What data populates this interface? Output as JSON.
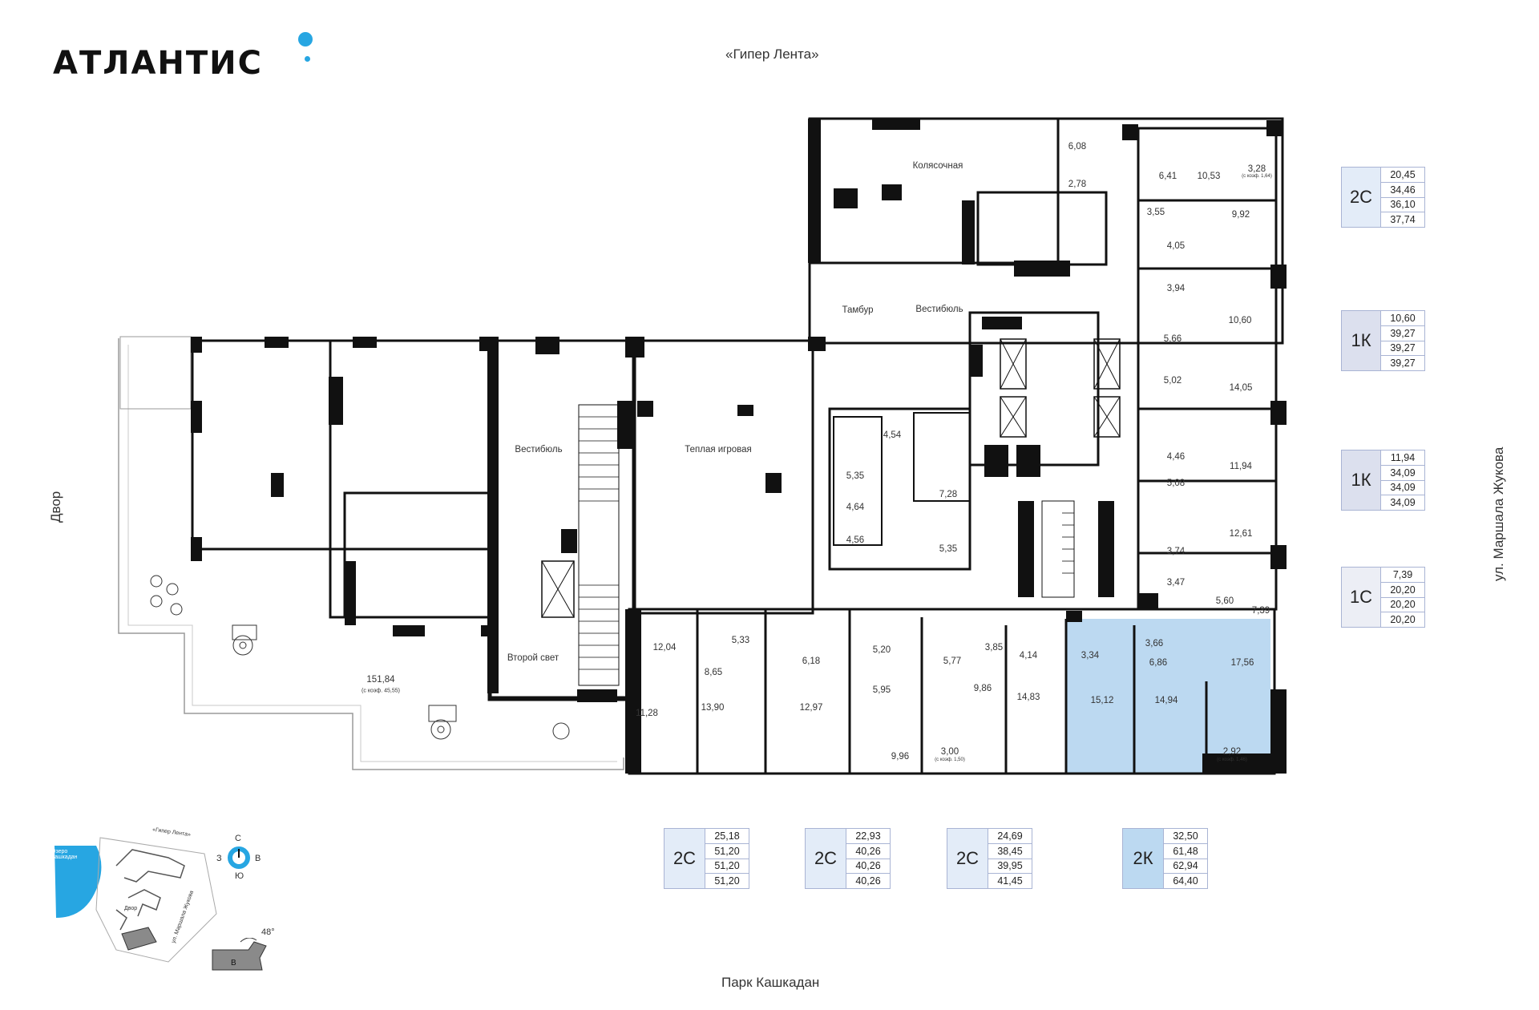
{
  "brand": {
    "name": "АТЛАНТИС"
  },
  "streets": {
    "top": "«Гипер Лента»",
    "bottom": "Парк Кашкадан",
    "left": "Двор",
    "right": "ул. Маршала Жукова"
  },
  "colors": {
    "accent": "#27a6e2",
    "highlight": "#bcd9f1",
    "card_border": "#a9b4d4",
    "card_blue": "#e3ecf8"
  },
  "rooms": {
    "kolyasochnaya": "Колясочная",
    "vestibyul1": "Вестибюль",
    "tambur": "Тамбур",
    "vestibyul2": "Вестибюль",
    "vestibyul3": "Вестибюль",
    "teplaya": "Теплая игровая",
    "vtoroy": "Второй свет",
    "terrace": "151,84",
    "terrace_note": "(с коэф. 45,55)"
  },
  "areas": [
    "6,08",
    "2,78",
    "6,41",
    "10,53",
    "3,28",
    "3,55",
    "9,92",
    "4,05",
    "3,94",
    "10,60",
    "5,66",
    "5,02",
    "14,05",
    "4,46",
    "11,94",
    "5,08",
    "12,61",
    "3,74",
    "3,47",
    "5,60",
    "7,39",
    "4,54",
    "5,35",
    "7,28",
    "4,64",
    "4,56",
    "5,35",
    "12,04",
    "5,33",
    "8,65",
    "11,28",
    "13,90",
    "6,18",
    "12,97",
    "5,20",
    "5,95",
    "9,96",
    "5,77",
    "3,85",
    "9,86",
    "3,00",
    "4,14",
    "14,83",
    "3,34",
    "3,66",
    "6,86",
    "17,56",
    "15,12",
    "14,94",
    "2,92"
  ],
  "coef_notes": {
    "a": "(с коэф. 1,64)",
    "b": "(с коэф. 1,50)",
    "c": "(с коэф. 1,46)"
  },
  "right_cards": [
    {
      "code": "2С",
      "values": [
        "20,45",
        "34,46",
        "36,10",
        "37,74"
      ]
    },
    {
      "code": "1К",
      "values": [
        "10,60",
        "39,27",
        "39,27",
        "39,27"
      ]
    },
    {
      "code": "1К",
      "values": [
        "11,94",
        "34,09",
        "34,09",
        "34,09"
      ]
    },
    {
      "code": "1С",
      "values": [
        "7,39",
        "20,20",
        "20,20",
        "20,20"
      ]
    }
  ],
  "bottom_cards": [
    {
      "code": "2С",
      "values": [
        "25,18",
        "51,20",
        "51,20",
        "51,20"
      ]
    },
    {
      "code": "2С",
      "values": [
        "22,93",
        "40,26",
        "40,26",
        "40,26"
      ]
    },
    {
      "code": "2С",
      "values": [
        "24,69",
        "38,45",
        "39,95",
        "41,45"
      ]
    },
    {
      "code": "2К",
      "values": [
        "32,50",
        "61,48",
        "62,94",
        "64,40"
      ]
    }
  ],
  "minimap": {
    "lake": "Озеро Кашкадан",
    "road_top": "«Гипер Лента»",
    "yard": "Двор",
    "street": "ул. Маршала Жукова",
    "compass": {
      "n": "С",
      "s": "Ю",
      "w": "З",
      "e": "В"
    },
    "angle": "48°",
    "section": "В"
  }
}
